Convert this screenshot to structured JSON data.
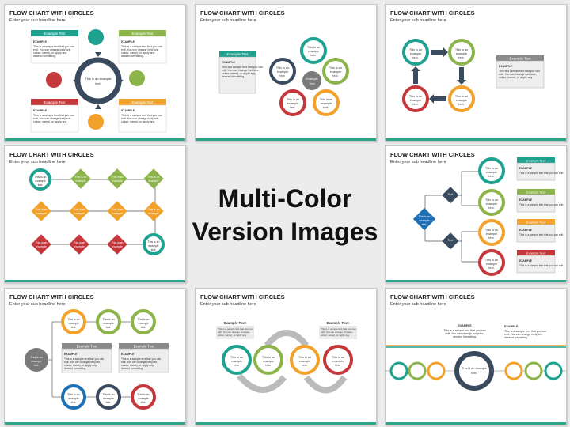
{
  "slides": [
    {
      "title": "FLOW CHART WITH CIRCLES",
      "subtitle": "Enter your sub headline here"
    },
    {
      "title": "FLOW CHART WITH CIRCLES",
      "subtitle": "Enter your sub headline here"
    },
    {
      "title": "FLOW CHART WITH CIRCLES",
      "subtitle": "Enter your sub headline here"
    },
    {
      "title": "FLOW CHART WITH CIRCLES",
      "subtitle": "Enter your sub headline here"
    },
    {
      "title": "FLOW CHART WITH CIRCLES",
      "subtitle": "Enter your sub headline here"
    },
    {
      "title": "FLOW CHART WITH CIRCLES",
      "subtitle": "Enter your sub headline here"
    },
    {
      "title": "FLOW CHART WITH CIRCLES",
      "subtitle": "Enter your sub headline here"
    },
    {
      "title": "FLOW CHART WITH CIRCLES",
      "subtitle": "Enter your sub headline here"
    }
  ],
  "center": {
    "line1": "Multi-Color",
    "line2": "Version Images"
  },
  "labels": {
    "example_text": "Example Text",
    "example_text_colon": "Example Text:",
    "example_caps": "EXAMPLE",
    "circle_l1": "This is an",
    "circle_l2": "example",
    "circle_l3": "text.",
    "center_l1": "This is an example",
    "center_l2": "text.",
    "body_l1": "This is a sample text that you can",
    "body_l2": "edit. You can change font(size,",
    "body_l3": "colour, name), or apply any",
    "body_l4": "desired formatting.",
    "short_body": "This is a sample text that you can edit.",
    "example_center_l1": "Example",
    "example_center_l2": "Text",
    "diamond_text": "Text"
  },
  "colors": {
    "teal": "#1fa18f",
    "green": "#8db44a",
    "orange": "#f2a12b",
    "red": "#c4373a",
    "navy": "#3b4b5f",
    "blue": "#1f6fb5",
    "gray_header": "#8a8a8a",
    "bar": "#2aa58a"
  }
}
